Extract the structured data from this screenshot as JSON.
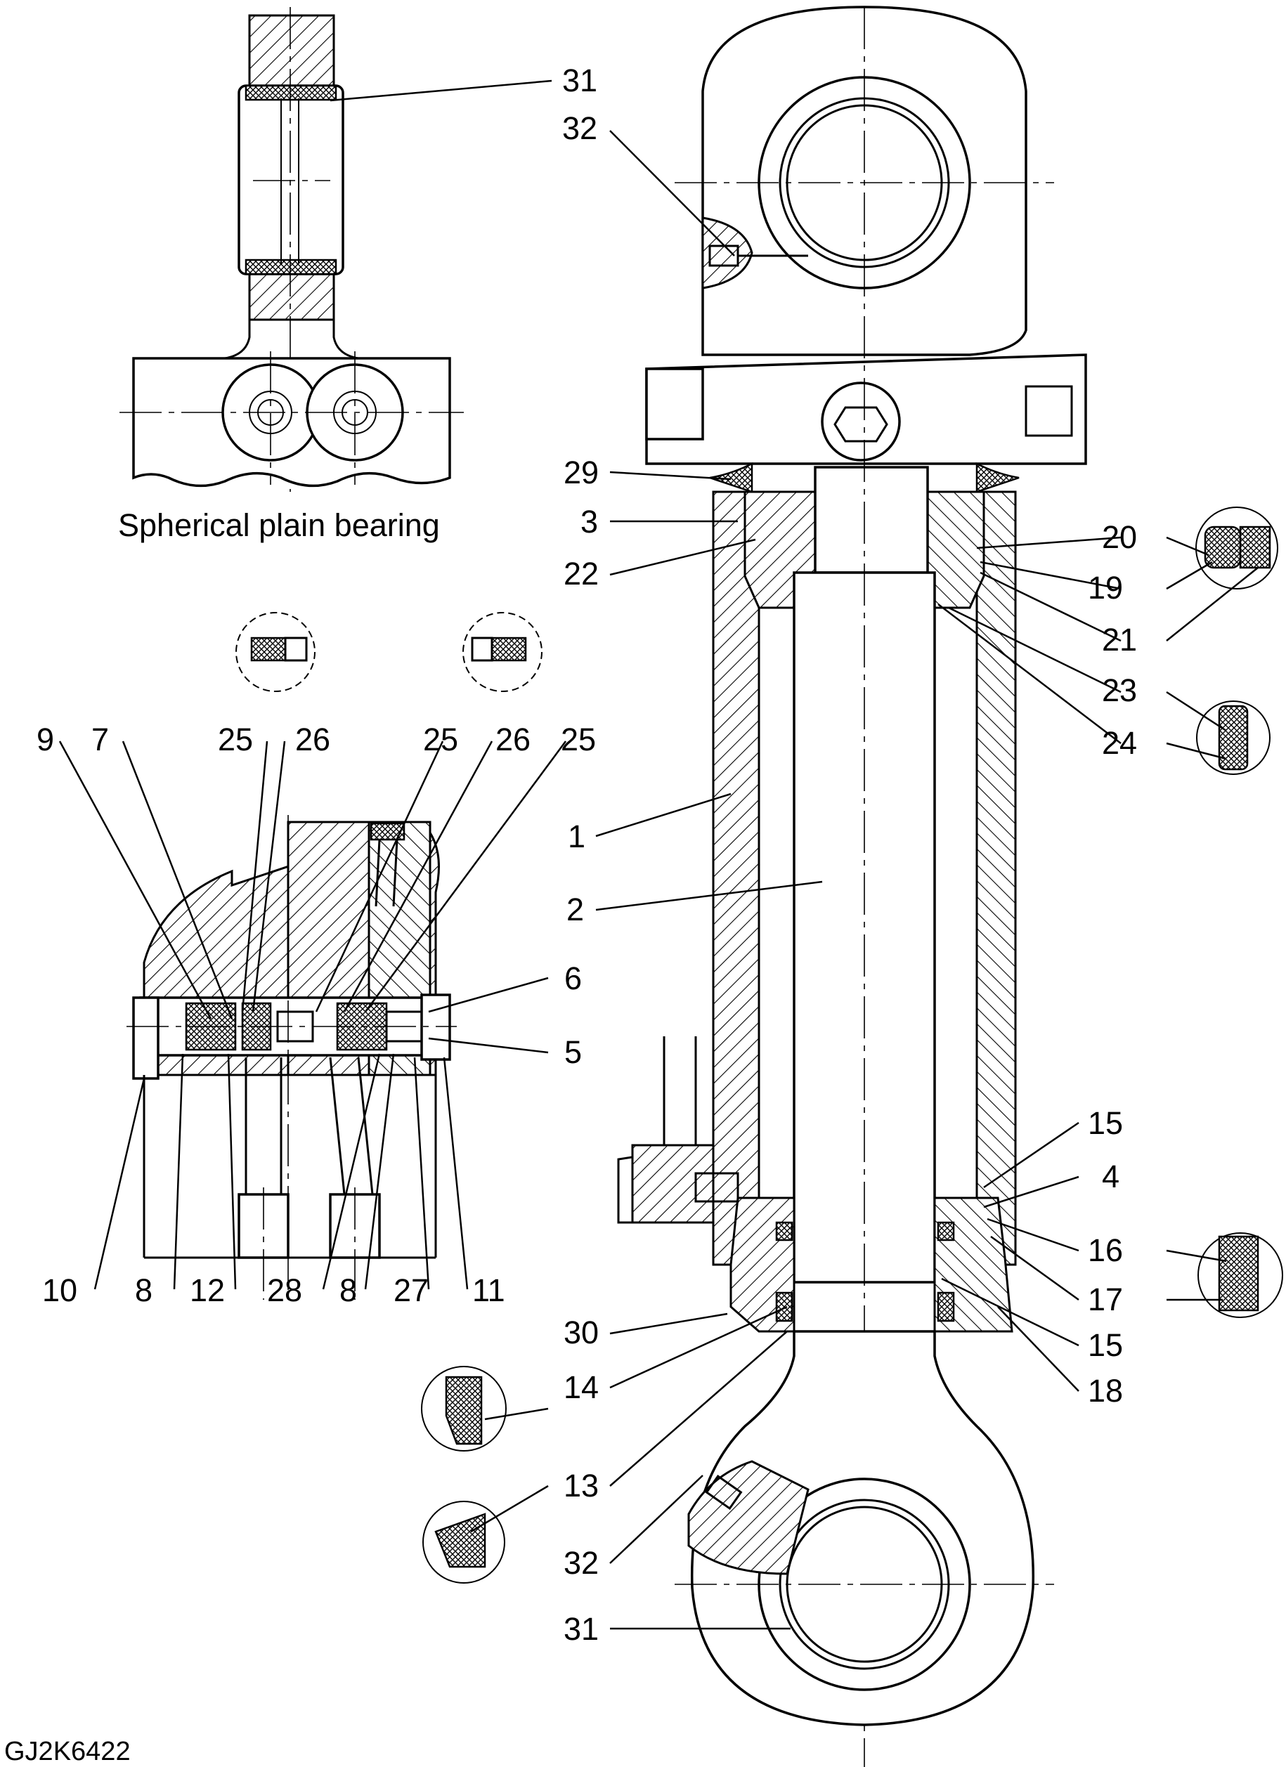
{
  "figure_code": "GJ2K6422",
  "inset_caption": "Spherical plain bearing",
  "callouts": {
    "n1": "1",
    "n2": "2",
    "n3": "3",
    "n4": "4",
    "n5": "5",
    "n6": "6",
    "n7": "7",
    "n8": "8",
    "n9": "9",
    "n10": "10",
    "n11": "11",
    "n12": "12",
    "n13": "13",
    "n14": "14",
    "n15": "15",
    "n16": "16",
    "n17": "17",
    "n18": "18",
    "n19": "19",
    "n20": "20",
    "n21": "21",
    "n22": "22",
    "n23": "23",
    "n24": "24",
    "n25": "25",
    "n26": "26",
    "n27": "27",
    "n28": "28",
    "n29": "29",
    "n30": "30",
    "n31": "31",
    "n32": "32"
  }
}
